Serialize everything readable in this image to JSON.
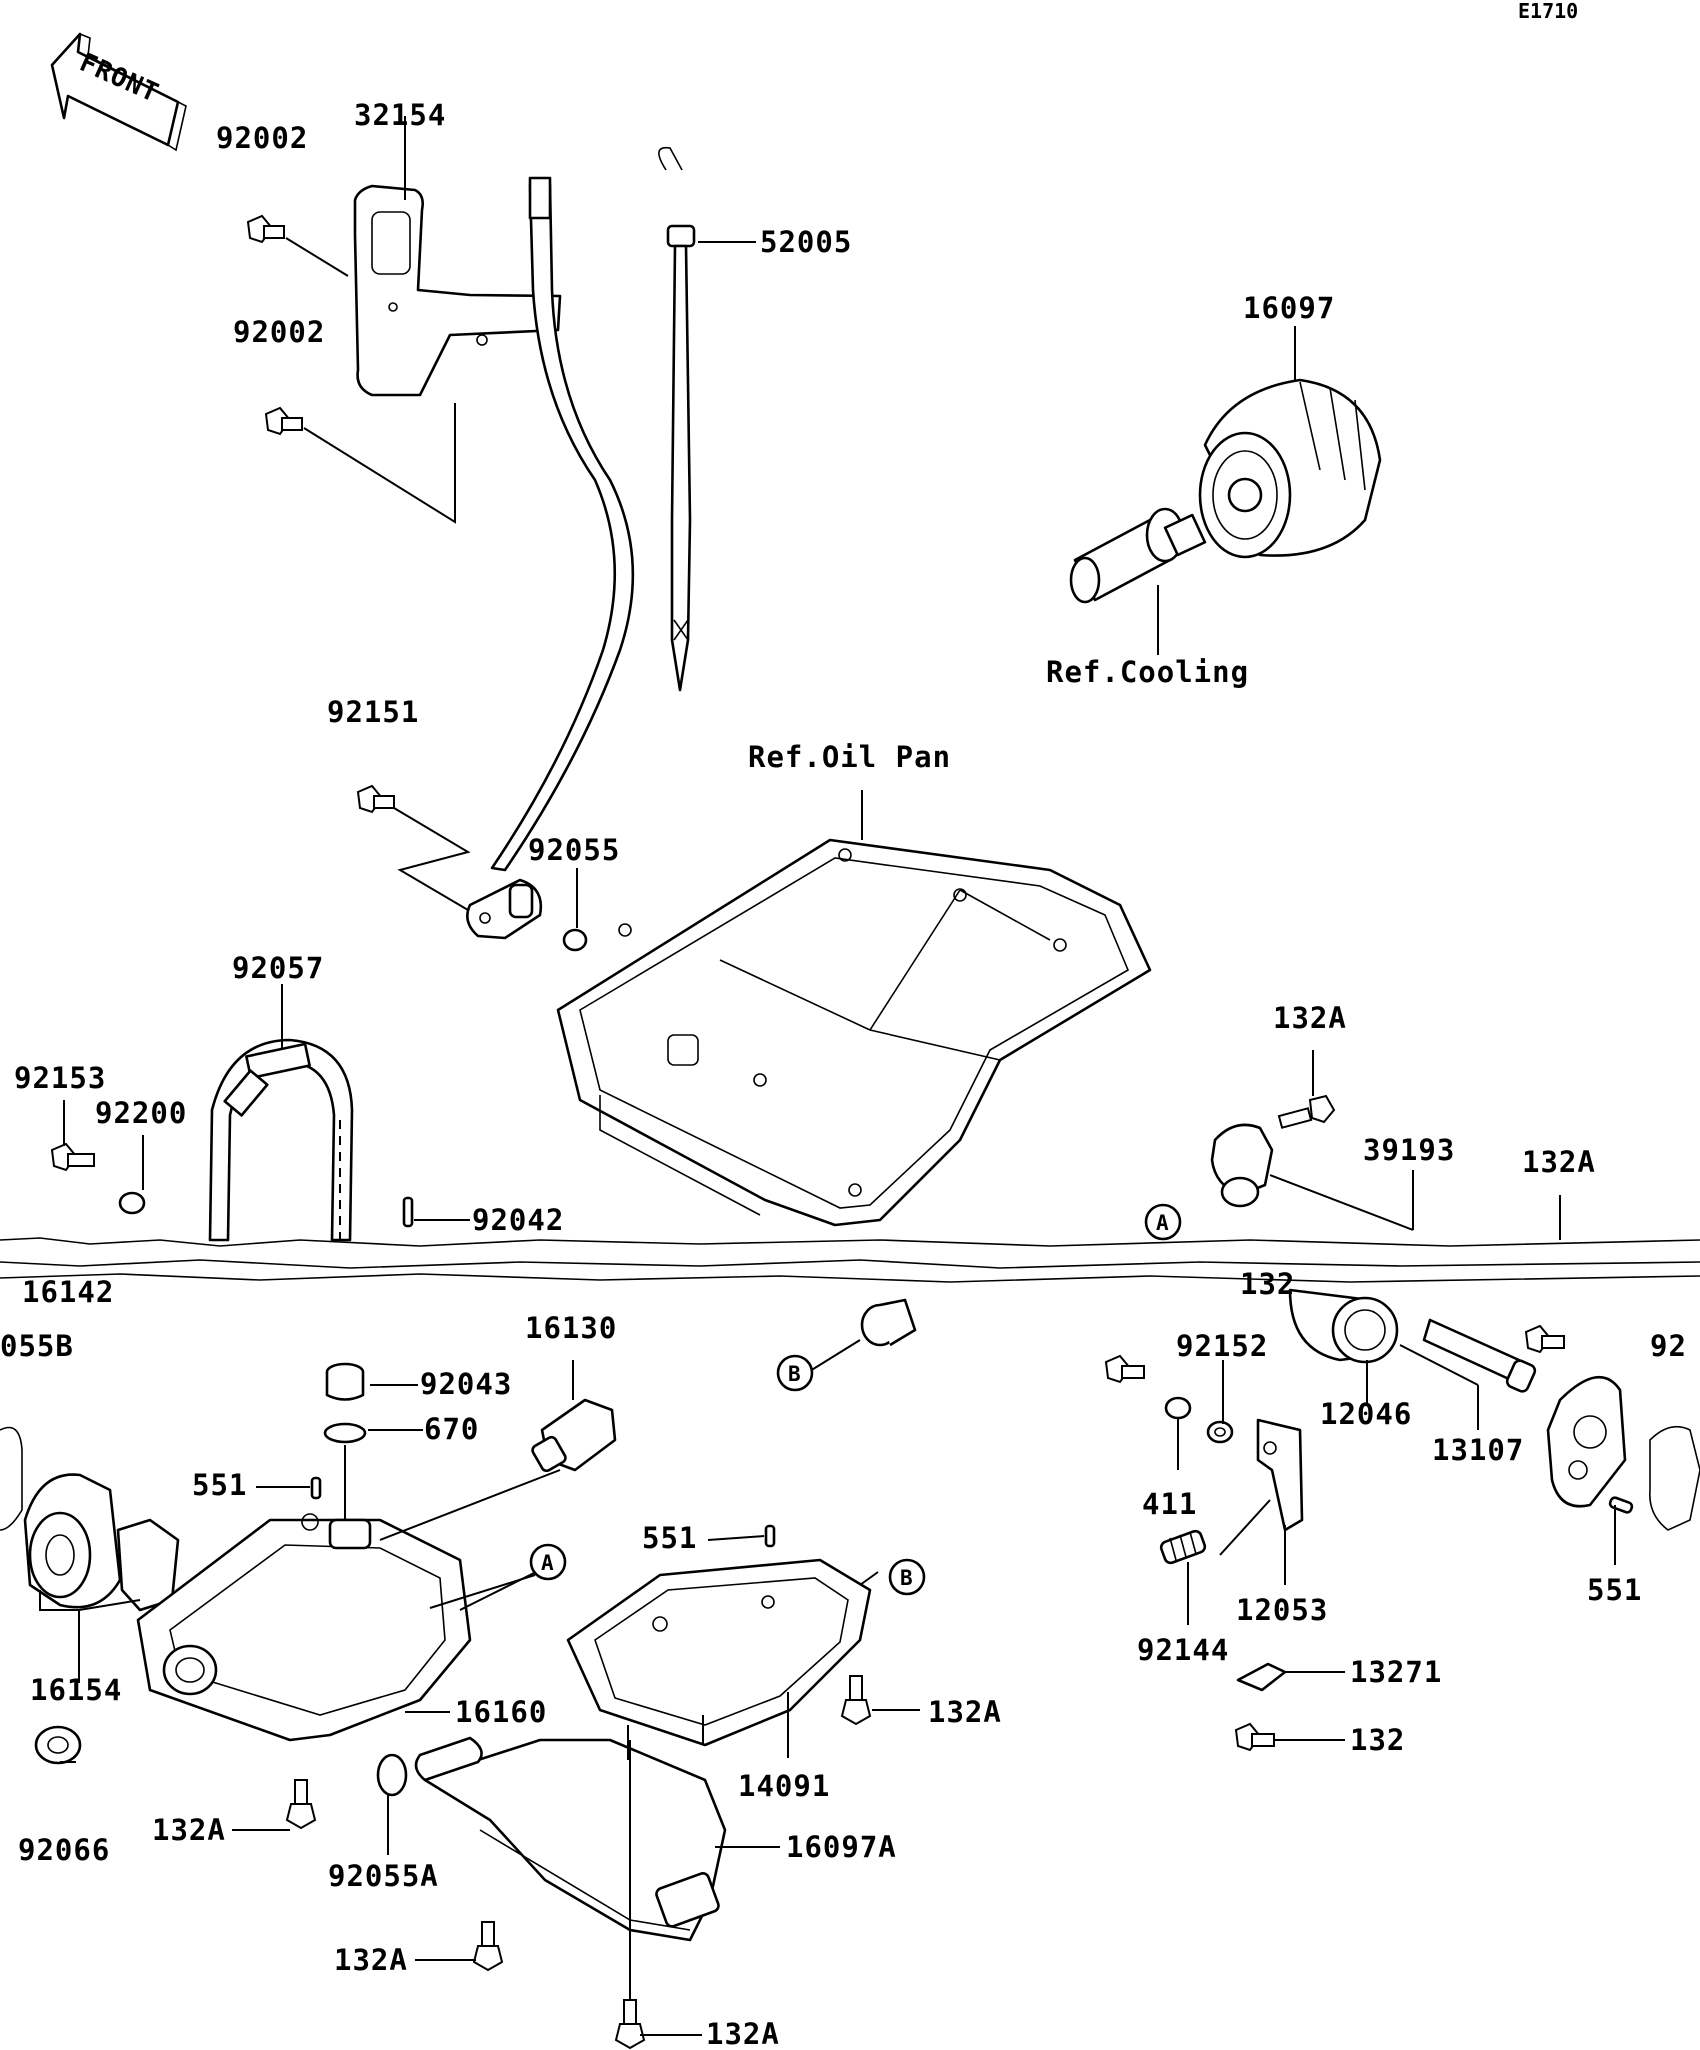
{
  "diagram_code": "E1710",
  "front_label": "FRONT",
  "refs": {
    "cooling": "Ref.Cooling",
    "oil_pan": "Ref.Oil Pan"
  },
  "markers": {
    "a": "A",
    "b": "B"
  },
  "parts": {
    "p92002_upper": "92002",
    "p32154": "32154",
    "p52005": "52005",
    "p16097": "16097",
    "p92002_lower": "92002",
    "p92151": "92151",
    "p92055": "92055",
    "p92057": "92057",
    "p92153": "92153",
    "p92200": "92200",
    "p92042": "92042",
    "p16142": "16142",
    "p132A_top": "132A",
    "p39193": "39193",
    "p132A_right": "132A",
    "p92055B": "055B",
    "p16130": "16130",
    "p92043": "92043",
    "p670": "670",
    "p551_left": "551",
    "p92152": "92152",
    "p12046": "12046",
    "p13107": "13107",
    "p920_cut": "92",
    "p411": "411",
    "p551_right": "551",
    "p551_mid": "551",
    "p12053": "12053",
    "p92144": "92144",
    "p13271": "13271",
    "p132": "132",
    "p16154": "16154",
    "p16160": "16160",
    "p132A_mid": "132A",
    "p14091": "14091",
    "p92066": "92066",
    "p132A_left": "132A",
    "p92055A": "92055A",
    "p16097A": "16097A",
    "p132A_bottom1": "132A",
    "p132A_bottom2": "132A",
    "p132_cut": "132"
  }
}
